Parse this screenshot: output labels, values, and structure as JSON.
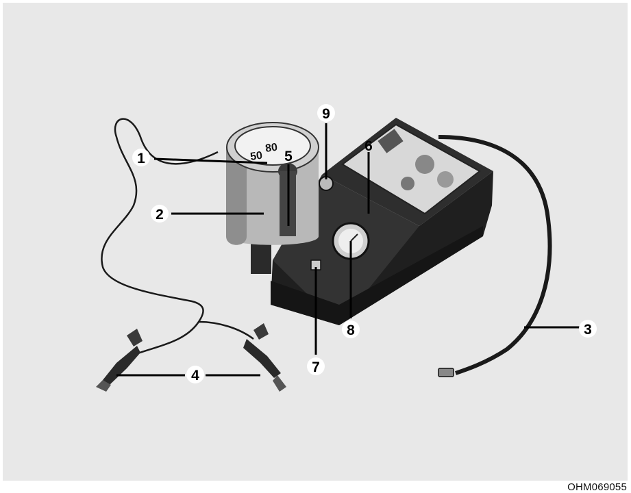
{
  "figure": {
    "callouts": [
      "1",
      "2",
      "3",
      "4",
      "5",
      "6",
      "7",
      "8",
      "9"
    ],
    "sealant_label_top": "80",
    "sealant_label_bottom": "50",
    "reference_code": "OHM069055"
  },
  "colors": {
    "background": "#e8e8e8",
    "compressor_body": "#2e2e2e",
    "sealant_bottle": "#b8b8b8",
    "cable": "#1a1a1a"
  },
  "icons": [
    "power-plug-icon",
    "clamp-icon",
    "pressure-gauge-icon",
    "hose-fitting-icon"
  ]
}
